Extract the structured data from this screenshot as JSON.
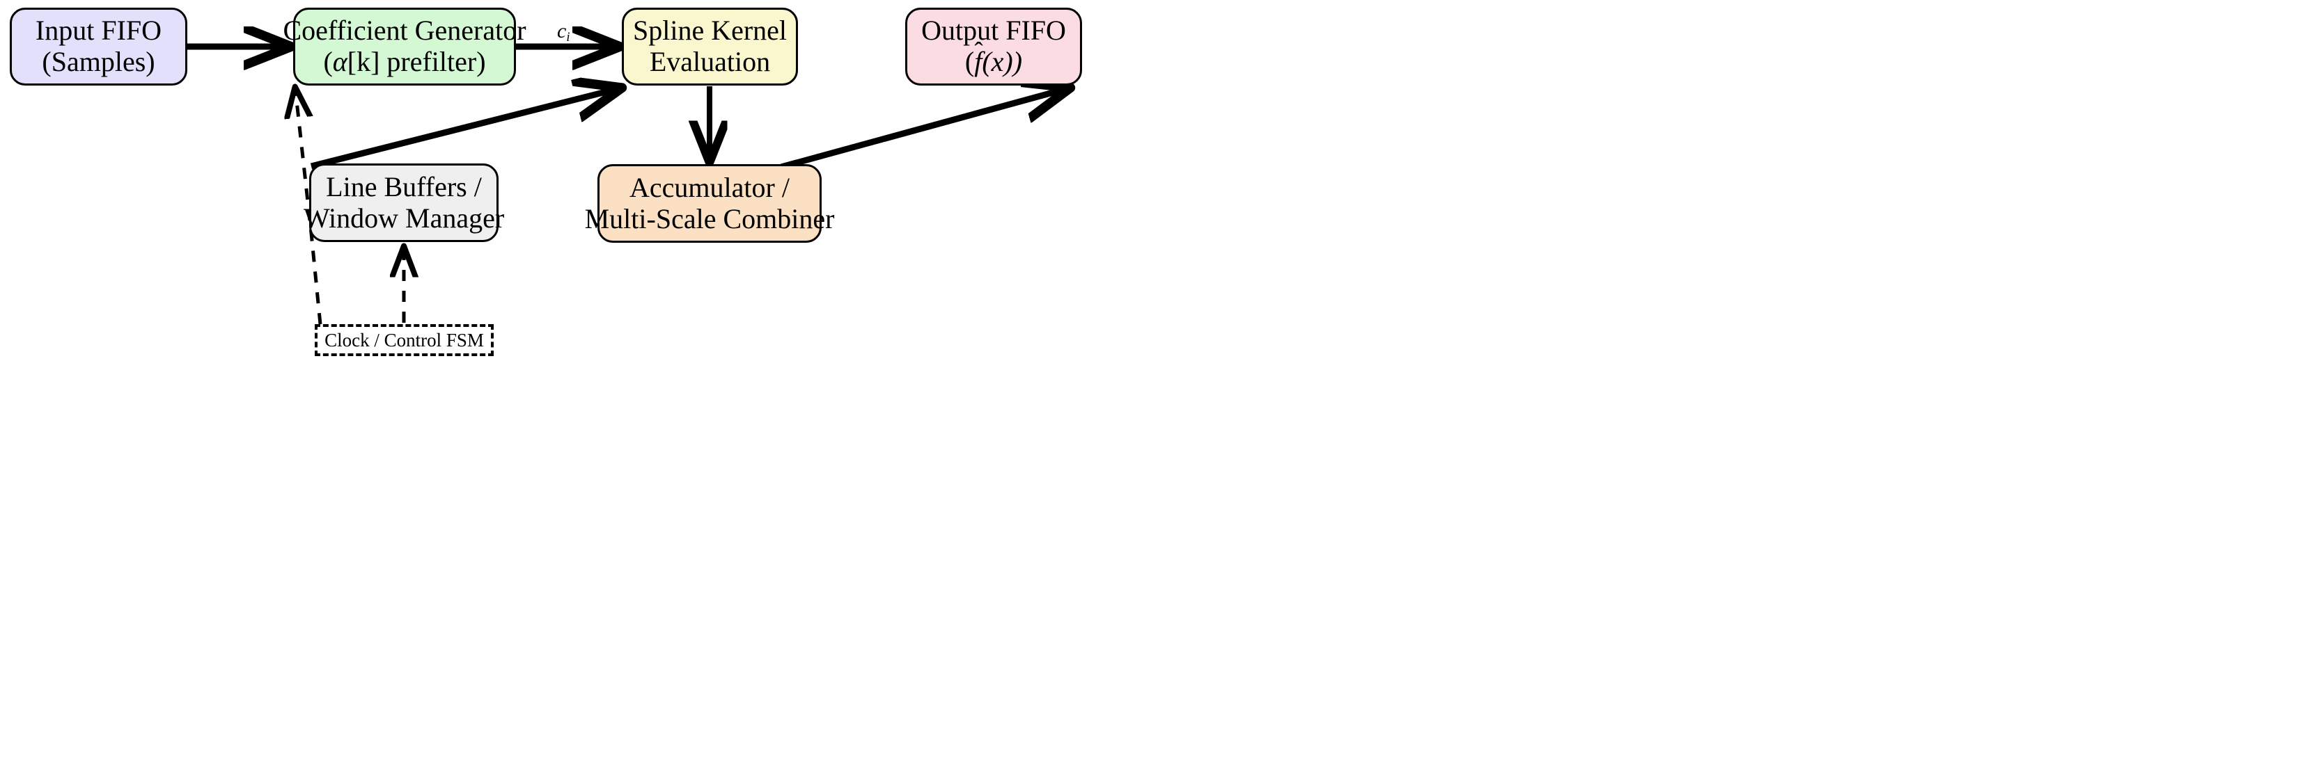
{
  "diagram": {
    "title": "Spline Interpolation Hardware Pipeline",
    "type": "block-diagram",
    "background_color": "#ffffff",
    "stroke_color": "#000000"
  },
  "nodes": {
    "input_fifo": {
      "id": "input-fifo",
      "line1": "Input FIFO",
      "line2": "(Samples)",
      "fill_color": "#E2E0FB"
    },
    "coefficient_generator": {
      "id": "coefficient-generator",
      "line1": "Coefficient Generator",
      "line2_prefix": "(",
      "line2_var": "α",
      "line2_index": "[k]",
      "line2_suffix": " prefilter)",
      "line2_plain": "(α[k] prefilter)",
      "fill_color": "#D3F8D3"
    },
    "spline_kernel": {
      "id": "spline-kernel",
      "line1": "Spline Kernel",
      "line2": "Evaluation",
      "fill_color": "#FAF7CF"
    },
    "output_fifo": {
      "id": "output-fifo",
      "line1": "Output FIFO",
      "line2_open": "(",
      "line2_fn": "f",
      "line2_hat": "ˆ",
      "line2_arg": "(x))",
      "line2_plain": "(f̂(x))",
      "fill_color": "#FBDCE2"
    },
    "line_buffers": {
      "id": "line-buffers",
      "line1": "Line Buffers /",
      "line2": "Window Manager",
      "fill_color": "#EFEFEF"
    },
    "accumulator": {
      "id": "accumulator",
      "line1": "Accumulator /",
      "line2": "Multi-Scale Combiner",
      "fill_color": "#FBE0C3"
    },
    "clock_fsm": {
      "id": "clock-fsm",
      "label": "Clock / Control FSM",
      "fill_color": "transparent",
      "border_style": "dashed"
    }
  },
  "edges": [
    {
      "id": "edge-input-to-coeff",
      "from": "input_fifo",
      "to": "coefficient_generator",
      "style": "solid",
      "label": ""
    },
    {
      "id": "edge-coeff-to-spline",
      "from": "coefficient_generator",
      "to": "spline_kernel",
      "style": "solid",
      "label": "c_i",
      "label_var": "c",
      "label_sub": "i"
    },
    {
      "id": "edge-linebuf-to-spline",
      "from": "line_buffers",
      "to": "spline_kernel",
      "style": "solid",
      "label": ""
    },
    {
      "id": "edge-spline-to-accum",
      "from": "spline_kernel",
      "to": "accumulator",
      "style": "solid",
      "label": ""
    },
    {
      "id": "edge-accum-to-output",
      "from": "accumulator",
      "to": "output_fifo",
      "style": "solid",
      "label": ""
    },
    {
      "id": "edge-fsm-to-coeff",
      "from": "clock_fsm",
      "to": "coefficient_generator",
      "style": "dashed",
      "label": ""
    },
    {
      "id": "edge-fsm-to-linebuf",
      "from": "clock_fsm",
      "to": "line_buffers",
      "style": "dashed",
      "label": ""
    }
  ]
}
